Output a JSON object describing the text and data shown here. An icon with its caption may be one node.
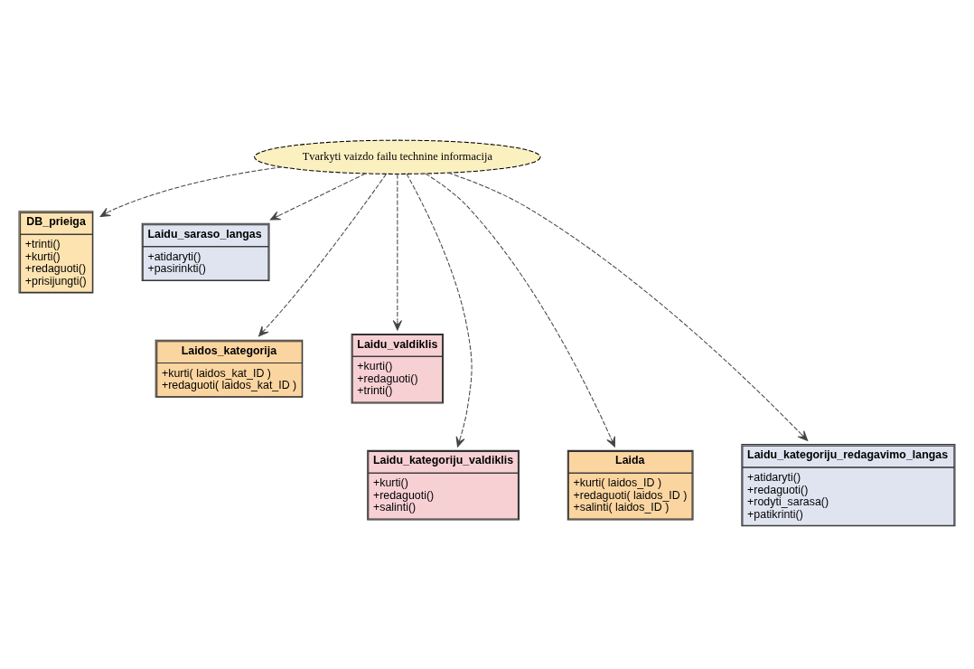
{
  "diagram": {
    "nodes": [
      {
        "text": [
          "Tvarkyti vaizdo failu technine informacija"
        ]
      },
      {
        "text": [
          "DB_prieiga",
          "+trinti()",
          "+kurti()",
          "+redaguoti()",
          "+prisijungti()"
        ]
      },
      {
        "text": [
          "Laidu_saraso_langas",
          "+atidaryti()",
          "+pasirinkti()"
        ]
      },
      {
        "text": [
          "Laidos_kategorija",
          "+kurti( laidos_kat_ID )",
          "+redaguoti( laidos_kat_ID )"
        ]
      },
      {
        "text": [
          "Laidu_valdiklis",
          "+kurti()",
          "+redaguoti()",
          "+trinti()"
        ]
      },
      {
        "text": [
          "Laidu_kategoriju_valdiklis",
          "+kurti()",
          "+redaguoti()",
          "+salinti()"
        ]
      },
      {
        "text": [
          "Laida",
          "+kurti( laidos_ID )",
          "+redaguoti( laidos_ID )",
          "+salinti( laidos_ID )"
        ]
      },
      {
        "text": [
          "Laidu_kategoriju_redagavimo_langas",
          "+atidaryti()",
          "+redaguoti()",
          "+rodyti_sarasa()",
          "+patikrinti()"
        ]
      }
    ],
    "edges": [
      {
        "from": 0,
        "to": 1,
        "arrow": "to",
        "style": "dashed"
      },
      {
        "from": 0,
        "to": 2,
        "arrow": "to",
        "style": "dashed"
      },
      {
        "from": 0,
        "to": 3,
        "arrow": "to",
        "style": "dashed"
      },
      {
        "from": 0,
        "to": 4,
        "arrow": "to",
        "style": "dashed"
      },
      {
        "from": 0,
        "to": 5,
        "arrow": "to",
        "style": "dashed"
      },
      {
        "from": 0,
        "to": 6,
        "arrow": "to",
        "style": "dashed"
      },
      {
        "from": 0,
        "to": 7,
        "arrow": "to",
        "style": "dashed"
      }
    ]
  }
}
